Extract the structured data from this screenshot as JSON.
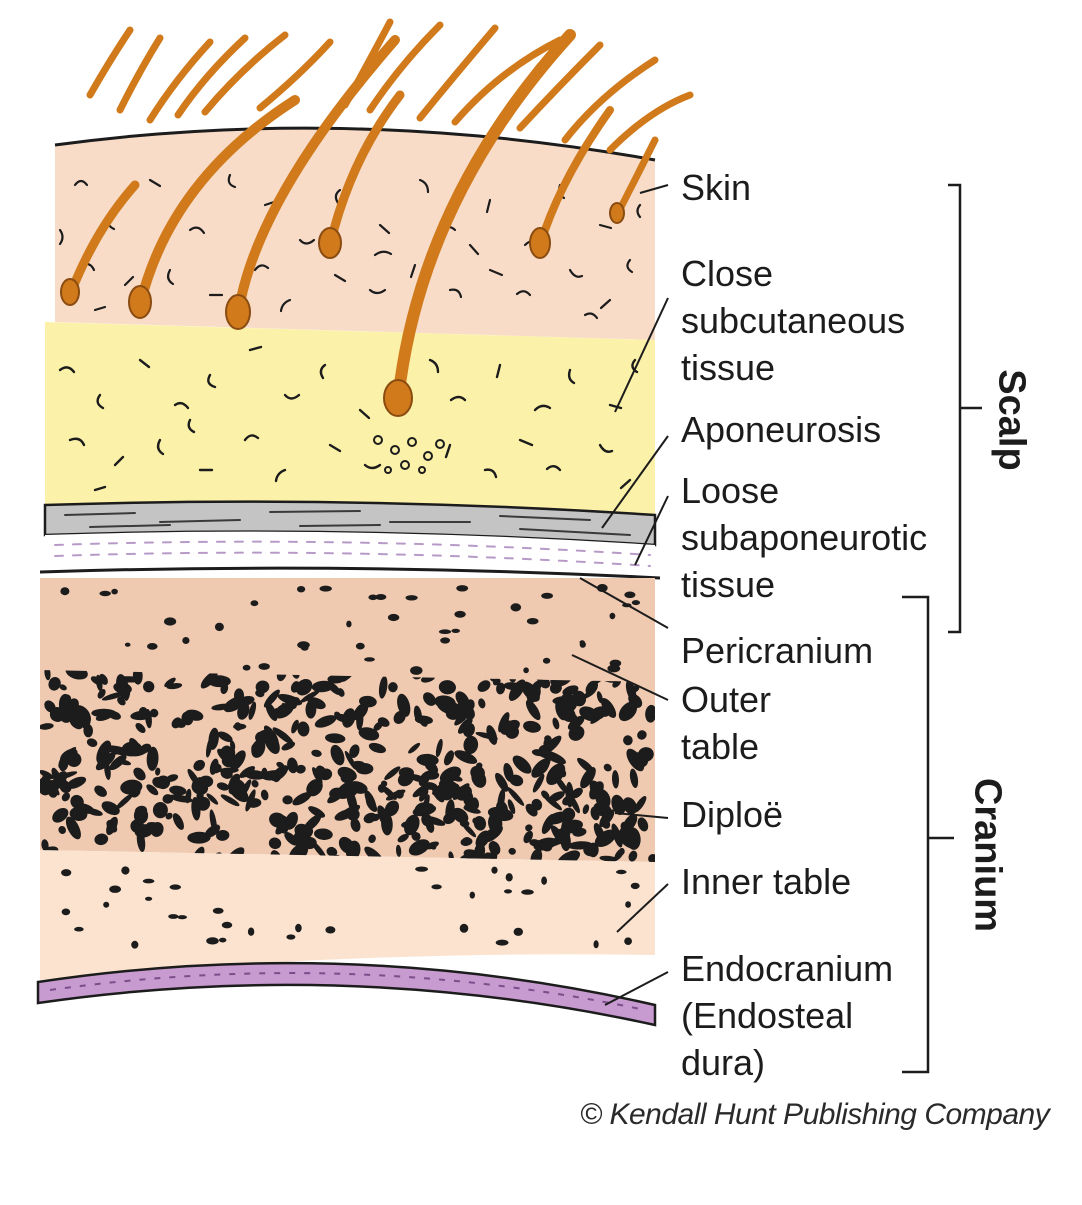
{
  "labels": {
    "skin": "Skin",
    "close_subcutaneous": "Close\nsubcutaneous\ntissue",
    "aponeurosis": "Aponeurosis",
    "loose_subaponeurotic": "Loose\nsubaponeurotic\ntissue",
    "pericranium": "Pericranium",
    "outer_table": "Outer\ntable",
    "diploe": "Diploë",
    "inner_table": "Inner table",
    "endocranium": "Endocranium\n(Endosteal\ndura)"
  },
  "groups": {
    "scalp": "Scalp",
    "cranium": "Cranium"
  },
  "copyright": "© Kendall Hunt Publishing Company",
  "colors": {
    "skin": "#f8dcc8",
    "subcutaneous": "#fbf1a8",
    "aponeurosis": "#c4c4c4",
    "loose_tissue": "#ffffff",
    "outer_table": "#efc9b0",
    "diploe": "#efc9b0",
    "inner_table": "#fbe3cf",
    "endocranium": "#c79ad0",
    "hair": "#d07a1c",
    "ink": "#1c1c1c"
  }
}
